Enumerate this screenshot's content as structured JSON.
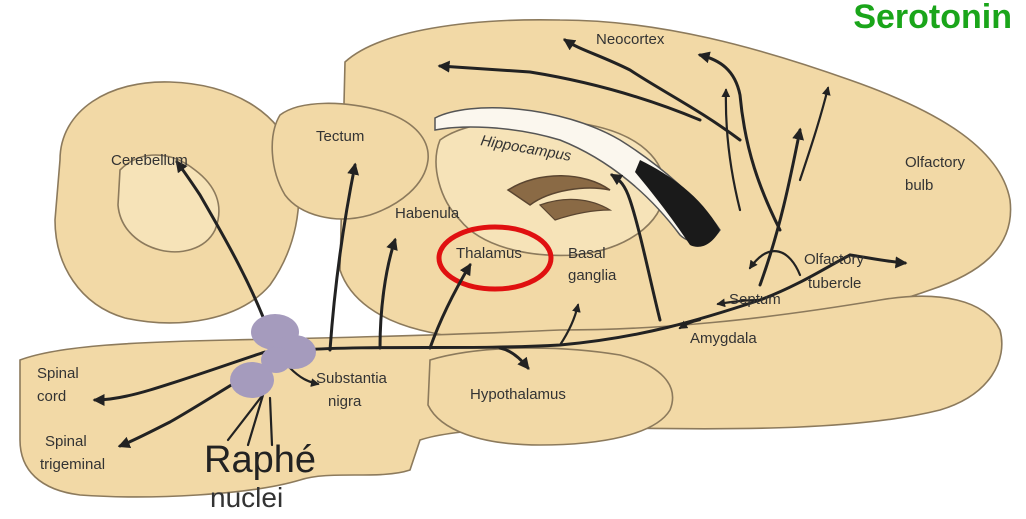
{
  "title": {
    "text": "Serotonin",
    "color": "#1aa51a"
  },
  "highlight_color": "#e01010",
  "nucleus_color": "#a59bbd",
  "labels": {
    "neocortex": "Neocortex",
    "tectum": "Tectum",
    "cerebellum": "Cerebellum",
    "hippocampus": "Hippocampus",
    "olfactory_bulb_1": "Olfactory",
    "olfactory_bulb_2": "bulb",
    "habenula": "Habenula",
    "thalamus": "Thalamus",
    "basal_ganglia_1": "Basal",
    "basal_ganglia_2": "ganglia",
    "olfactory_tubercle_1": "Olfactory",
    "olfactory_tubercle_2": "tubercle",
    "septum": "Septum",
    "amygdala": "Amygdala",
    "substantia_nigra_1": "Substantia",
    "substantia_nigra_2": "nigra",
    "hypothalamus": "Hypothalamus",
    "spinal_cord_1": "Spinal",
    "spinal_cord_2": "cord",
    "spinal_trigeminal_1": "Spinal",
    "spinal_trigeminal_2": "trigeminal",
    "raphe_1": "Raphé",
    "raphe_2": "nuclei"
  }
}
